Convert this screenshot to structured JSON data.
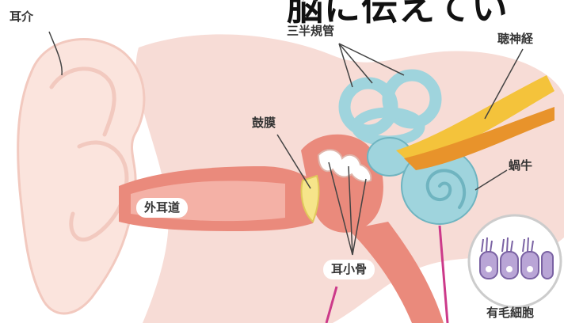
{
  "headline": "脳に伝えてい",
  "labels": {
    "auricle": "耳介",
    "semicircular_canals": "三半規管",
    "auditory_nerve": "聴神経",
    "eardrum": "鼓膜",
    "cochlea": "蝸牛",
    "ear_canal": "外耳道",
    "ossicles": "耳小骨",
    "hair_cells": "有毛細胞"
  },
  "colors": {
    "background_pink": "#f7dcd6",
    "skin": "#fbe4dd",
    "skin_outline": "#f2c9bf",
    "canal": "#ea8a7c",
    "canal_light": "#f4b1a6",
    "inner_ear": "#9fd4dd",
    "inner_ear_outline": "#6fb4c0",
    "nerve": "#f4c33b",
    "nerve_dark": "#e8932b",
    "eardrum": "#f6e58a",
    "hair_cell": "#b9a5d6",
    "pointer_line": "#cc3a8a"
  }
}
